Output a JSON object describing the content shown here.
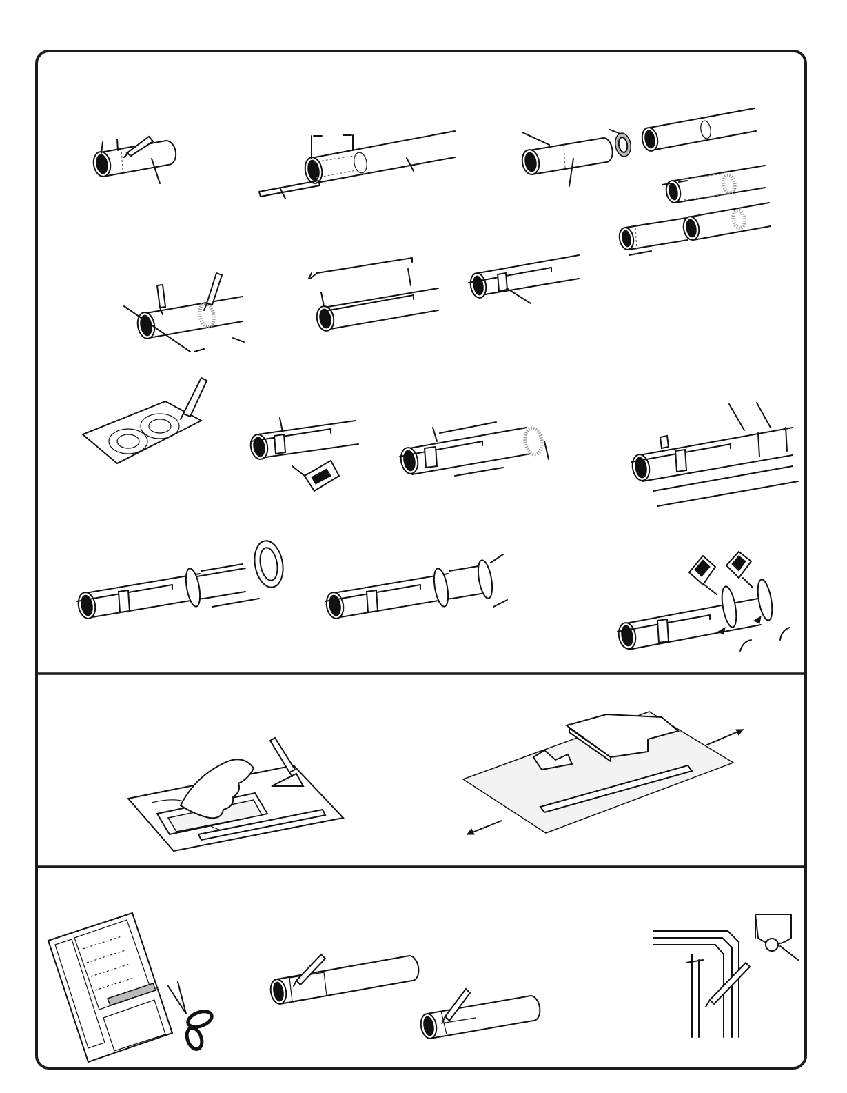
{
  "sheet": {
    "background": "#ffffff",
    "line_color": "#111111",
    "sections": [
      "tube-assembly",
      "fin-sanding",
      "templates-and-marking"
    ]
  },
  "icons": [
    "tube-icon",
    "knife-icon",
    "pencil-icon",
    "glue-bottle-icon",
    "engine-hook-icon",
    "centering-ring-icon",
    "sandpaper-icon",
    "scissors-icon",
    "template-sheet-icon",
    "door-frame-icon"
  ]
}
